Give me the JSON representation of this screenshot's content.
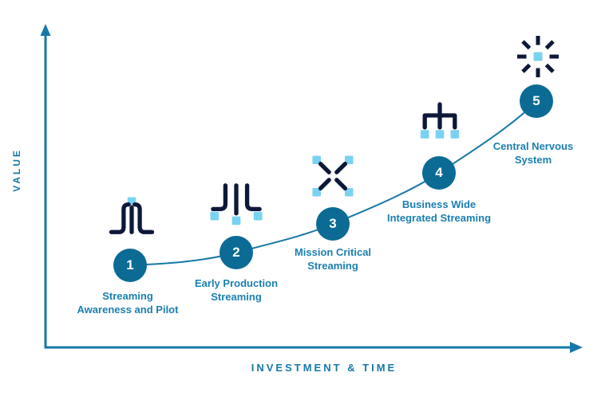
{
  "chart": {
    "y_axis_label": "VALUE",
    "x_axis_label": "INVESTMENT & TIME"
  },
  "stages": [
    {
      "number": "1",
      "label_line1": "Streaming",
      "label_line2": "Awareness and Pilot",
      "icon": "stream-pipeline-icon"
    },
    {
      "number": "2",
      "label_line1": "Early Production",
      "label_line2": "Streaming",
      "icon": "multi-stream-split-icon"
    },
    {
      "number": "3",
      "label_line1": "Mission Critical",
      "label_line2": "Streaming",
      "icon": "distributed-streams-icon"
    },
    {
      "number": "4",
      "label_line1": "Business Wide",
      "label_line2": "Integrated Streaming",
      "icon": "integration-hierarchy-icon"
    },
    {
      "number": "5",
      "label_line1": "Central Nervous",
      "label_line2": "System",
      "icon": "central-starburst-icon"
    }
  ],
  "colors": {
    "axis_blue": "#1578a8",
    "label_blue": "#1b7fb0",
    "circle_fill": "#0b6b94",
    "icon_navy": "#0e1838",
    "icon_light_blue": "#79d2f1",
    "background": "#ffffff"
  }
}
